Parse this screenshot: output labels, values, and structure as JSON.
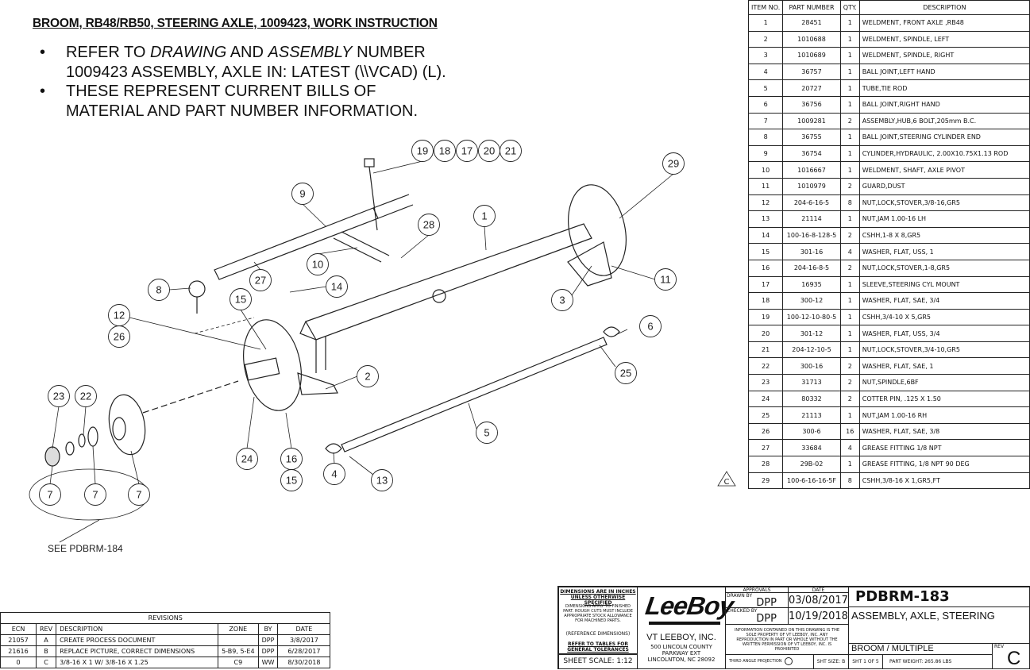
{
  "title": "BROOM, RB48/RB50, STEERING AXLE, 1009423, WORK INSTRUCTION",
  "bullets": [
    {
      "pre": "REFER TO ",
      "em1": "DRAWING",
      "mid": " AND ",
      "em2": "ASSEMBLY",
      "post": " NUMBER",
      "line2": "1009423 ASSEMBLY, AXLE IN: LATEST (\\\\VCAD) (L)."
    },
    {
      "line1": "THESE REPRESENT CURRENT BILLS OF",
      "line2": "MATERIAL AND PART NUMBER INFORMATION."
    }
  ],
  "bullet_char": "•",
  "bom": {
    "headers": [
      "ITEM NO.",
      "PART NUMBER",
      "QTY.",
      "DESCRIPTION"
    ],
    "rows": [
      [
        "1",
        "28451",
        "1",
        "WELDMENT, FRONT AXLE ,RB48"
      ],
      [
        "2",
        "1010688",
        "1",
        "WELDMENT, SPINDLE, LEFT"
      ],
      [
        "3",
        "1010689",
        "1",
        "WELDMENT, SPINDLE, RIGHT"
      ],
      [
        "4",
        "36757",
        "1",
        "BALL JOINT,LEFT HAND"
      ],
      [
        "5",
        "20727",
        "1",
        "TUBE,TIE ROD"
      ],
      [
        "6",
        "36756",
        "1",
        "BALL JOINT,RIGHT HAND"
      ],
      [
        "7",
        "1009281",
        "2",
        "ASSEMBLY,HUB,6 BOLT,205mm B.C."
      ],
      [
        "8",
        "36755",
        "1",
        "BALL JOINT,STEERING CYLINDER END"
      ],
      [
        "9",
        "36754",
        "1",
        "CYLINDER,HYDRAULIC, 2.00X10.75X1.13 ROD"
      ],
      [
        "10",
        "1016667",
        "1",
        "WELDMENT, SHAFT, AXLE PIVOT"
      ],
      [
        "11",
        "1010979",
        "2",
        "GUARD,DUST"
      ],
      [
        "12",
        "204-6-16-5",
        "8",
        "NUT,LOCK,STOVER,3/8-16,GR5"
      ],
      [
        "13",
        "21114",
        "1",
        "NUT,JAM 1.00-16 LH"
      ],
      [
        "14",
        "100-16-8-128-5",
        "2",
        "CSHH,1-8 X 8,GR5"
      ],
      [
        "15",
        "301-16",
        "4",
        "WASHER, FLAT, USS, 1"
      ],
      [
        "16",
        "204-16-8-5",
        "2",
        "NUT,LOCK,STOVER,1-8,GR5"
      ],
      [
        "17",
        "16935",
        "1",
        "SLEEVE,STEERING CYL MOUNT"
      ],
      [
        "18",
        "300-12",
        "1",
        "WASHER, FLAT, SAE, 3/4"
      ],
      [
        "19",
        "100-12-10-80-5",
        "1",
        "CSHH,3/4-10 X 5,GR5"
      ],
      [
        "20",
        "301-12",
        "1",
        "WASHER, FLAT, USS, 3/4"
      ],
      [
        "21",
        "204-12-10-5",
        "1",
        "NUT,LOCK,STOVER,3/4-10,GR5"
      ],
      [
        "22",
        "300-16",
        "2",
        "WASHER, FLAT, SAE, 1"
      ],
      [
        "23",
        "31713",
        "2",
        "NUT,SPINDLE,6BF"
      ],
      [
        "24",
        "80332",
        "2",
        "COTTER PIN, .125 X 1.50"
      ],
      [
        "25",
        "21113",
        "1",
        "NUT,JAM 1.00-16 RH"
      ],
      [
        "26",
        "300-6",
        "16",
        "WASHER, FLAT, SAE, 3/8"
      ],
      [
        "27",
        "33684",
        "4",
        "GREASE FITTING 1/8 NPT"
      ],
      [
        "28",
        "29B-02",
        "1",
        "GREASE FITTING, 1/8 NPT 90 DEG"
      ],
      [
        "29",
        "100-6-16-16-5F",
        "8",
        "CSHH,3/8-16 X 1,GR5,FT"
      ]
    ]
  },
  "balloons": [
    "19",
    "18",
    "17",
    "20",
    "21",
    "29",
    "9",
    "1",
    "28",
    "10",
    "27",
    "14",
    "8",
    "15",
    "11",
    "3",
    "12",
    "26",
    "6",
    "2",
    "25",
    "23",
    "22",
    "5",
    "24",
    "16",
    "15",
    "4",
    "13",
    "7",
    "7",
    "7"
  ],
  "zone_marker": "C",
  "see_note": "SEE PDBRM-184",
  "revisions": {
    "title": "REVISIONS",
    "headers": [
      "ECN",
      "REV",
      "DESCRIPTION",
      "ZONE",
      "BY",
      "DATE"
    ],
    "rows": [
      [
        "21057",
        "A",
        "CREATE PROCESS DOCUMENT",
        "",
        "DPP",
        "3/8/2017"
      ],
      [
        "21616",
        "B",
        "REPLACE PICTURE, CORRECT DIMENSIONS",
        "5-B9, 5-E4",
        "DPP",
        "6/28/2017"
      ],
      [
        "0",
        "C",
        "3/8-16 X 1 W/ 3/8-16 X 1.25",
        "C9",
        "WW",
        "8/30/2018"
      ]
    ]
  },
  "titleblock": {
    "dims1": "DIMENSIONS ARE IN INCHES",
    "dims2": "UNLESS OTHERWISE SPECIFIED",
    "dims_note": "DIMENSIONS APPLY TO FINISHED PART. ROUGH CUTS MUST INCLUDE APPROPRIATE STOCK ALLOWANCE FOR MACHINED PARTS.",
    "ref_dims": "(REFERENCE DIMENSIONS)",
    "refer1": "REFER TO TABLES FOR",
    "refer2": "GENERAL TOLERANCES",
    "scale": "SHEET SCALE: 1:12",
    "logo": "LeeBoy",
    "company": "VT LEEBOY, INC.",
    "addr1": "500 LINCOLN COUNTY",
    "addr2": "PARKWAY EXT",
    "addr3": "LINCOLNTON, NC  28092",
    "approvals": "APPROVALS",
    "date_hdr": "DATE",
    "drawn_by_label": "DRAWN BY",
    "drawn_by": "DPP",
    "drawn_date": "03/08/2017",
    "checked_by_label": "CHECKED BY",
    "checked_by": "DPP",
    "checked_date": "10/19/2018",
    "proprietary": "INFORMATION CONTAINED ON THIS DRAWING IS THE SOLE PROPERTY OF VT LEEBOY, INC. ANY REPRODUCTION IN PART OR WHOLE WITHOUT THE WRITTEN PERMISSION OF VT LEEBOY, INC. IS PROHIBITED",
    "projection": "THIRD ANGLE PROJECTION",
    "sht_size": "SHT SIZE: B",
    "doc_no": "PDBRM-183",
    "doc_title": "ASSEMBLY, AXLE, STEERING",
    "category": "BROOM / MULTIPLE",
    "sheet": "SHT 1 OF 5",
    "weight": "PART WEIGHT: 265.86 LBS",
    "rev_label": "REV",
    "rev": "C"
  }
}
